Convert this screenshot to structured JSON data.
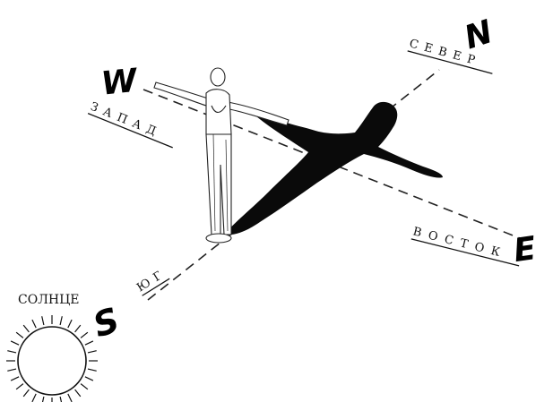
{
  "diagram": {
    "sun_label": "СОЛНЦЕ",
    "cardinals": {
      "north": {
        "letter": "N",
        "word": "СЕВЕР"
      },
      "west": {
        "letter": "W",
        "word": "ЗАПАД"
      },
      "east": {
        "letter": "E",
        "word": "ВОСТОК"
      },
      "south": {
        "letter": "S",
        "word": "ЮГ"
      }
    }
  },
  "colors": {
    "ink": "#000000",
    "paper": "#ffffff",
    "shadow": "#0a0a0a"
  }
}
